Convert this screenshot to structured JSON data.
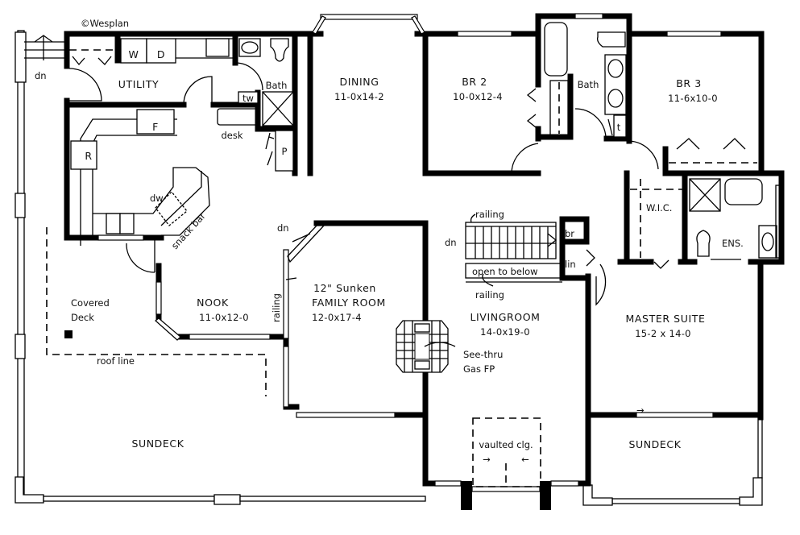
{
  "copyright": "©Wesplan",
  "rooms": {
    "utility": {
      "name": "UTILITY"
    },
    "dining": {
      "name": "DINING",
      "size": "11-0x14-2"
    },
    "br2": {
      "name": "BR 2",
      "size": "10-0x12-4"
    },
    "bath_upper": {
      "name": "Bath"
    },
    "bath_kitchen": {
      "name": "Bath"
    },
    "br3": {
      "name": "BR 3",
      "size": "11-6x10-0"
    },
    "wic": {
      "name": "W.I.C."
    },
    "ens": {
      "name": "ENS."
    },
    "nook": {
      "name": "NOOK",
      "size": "11-0x12-0"
    },
    "family": {
      "name_line1": "12\" Sunken",
      "name_line2": "FAMILY ROOM",
      "size": "12-0x17-4"
    },
    "living": {
      "name": "LIVINGROOM",
      "size": "14-0x19-0"
    },
    "master": {
      "name": "MASTER SUITE",
      "size": "15-2 x 14-0"
    },
    "covered_deck": {
      "line1": "Covered",
      "line2": "Deck"
    },
    "sundeck_left": {
      "name": "SUNDECK"
    },
    "sundeck_right": {
      "name": "SUNDECK"
    }
  },
  "fixtures": {
    "washer": "W",
    "dryer": "D",
    "fridge": "R",
    "freezer": "F",
    "pantry": "P",
    "desk": "desk",
    "dishwasher": "dw",
    "snack_bar": "snack bar",
    "towel": "tw",
    "toilet_t": "t",
    "broom": "br",
    "linen": "lin",
    "fireplace_line1": "See-thru",
    "fireplace_line2": "Gas FP"
  },
  "annotations": {
    "dn_left": "dn",
    "dn_family": "dn",
    "dn_stairs": "dn",
    "railing_family": "railing",
    "railing_top": "railing",
    "railing_bottom": "railing",
    "open_to_below": "open to below",
    "roof_line": "roof line",
    "vaulted": "vaulted clg.",
    "arrow_right": "→",
    "arrow_left": "←",
    "arrow_master": "→"
  }
}
